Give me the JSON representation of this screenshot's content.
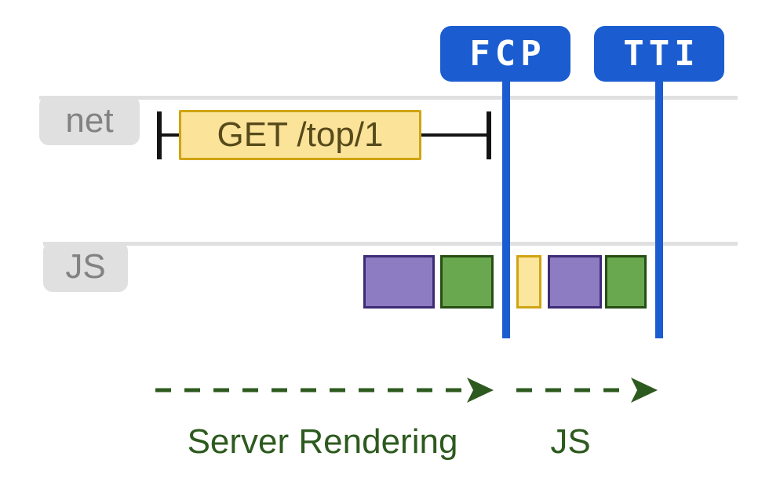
{
  "diagram": {
    "markers": [
      {
        "id": "fcp",
        "label": "FCP"
      },
      {
        "id": "tti",
        "label": "TTI"
      }
    ],
    "tracks": [
      {
        "id": "net",
        "label": "net"
      },
      {
        "id": "js",
        "label": "JS"
      }
    ],
    "network_request": {
      "label": "GET /top/1"
    },
    "js_tasks": [
      {
        "color": "purple"
      },
      {
        "color": "green"
      },
      {
        "color": "yellow"
      },
      {
        "color": "purple"
      },
      {
        "color": "green"
      }
    ],
    "phases": [
      {
        "label": "Server Rendering"
      },
      {
        "label": "JS"
      }
    ],
    "colors": {
      "marker_blue": "#1b5dd0",
      "track_gray": "#e0e0e0",
      "track_label_text": "#828282",
      "request_fill": "#fbe39a",
      "request_border": "#d0a413",
      "request_text": "#564a1a",
      "task_purple": "#8e7cc3",
      "task_purple_border": "#3c2b75",
      "task_green": "#6aa84f",
      "task_green_border": "#274e13",
      "task_yellow": "#fce59d",
      "task_yellow_border": "#d0a413",
      "phase_green": "#2d5a1e",
      "tick_black": "#141414"
    }
  }
}
